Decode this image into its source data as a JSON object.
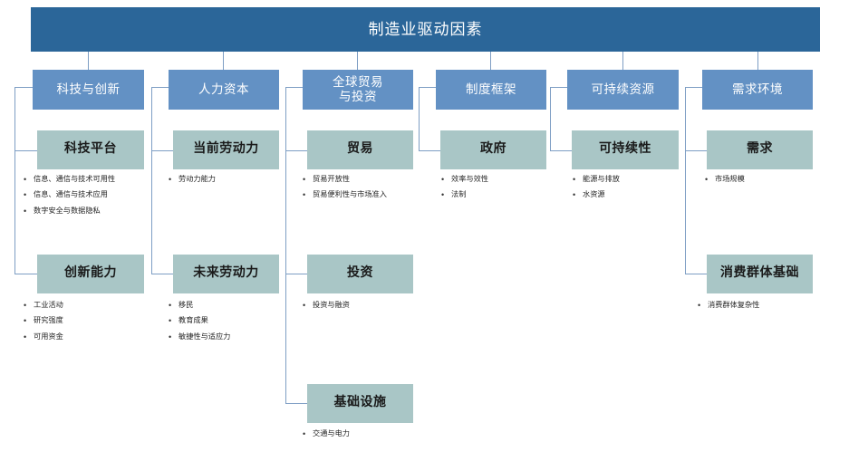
{
  "diagram": {
    "title": "制造业驱动因素",
    "colors": {
      "root": "#2B6699",
      "pillar": "#6391C4",
      "sub": "#A9C6C6",
      "connector": "#7E9EC4",
      "background": "#FFFFFF"
    },
    "columns": [
      {
        "pillar": "科技与创新",
        "groups": [
          {
            "heading": "科技平台",
            "items": [
              "信息、通信与技术可用性",
              "信息、通信与技术应用",
              "数字安全与数据隐私"
            ]
          },
          {
            "heading": "创新能力",
            "items": [
              "工业活动",
              "研究强度",
              "可用资金"
            ]
          }
        ]
      },
      {
        "pillar": "人力资本",
        "groups": [
          {
            "heading": "当前劳动力",
            "items": [
              "劳动力能力"
            ]
          },
          {
            "heading": "未来劳动力",
            "items": [
              "移民",
              "教育成果",
              "敏捷性与适应力"
            ]
          }
        ]
      },
      {
        "pillar": "全球贸易\n与投资",
        "pillar_line1": "全球贸易",
        "pillar_line2": "与投资",
        "groups": [
          {
            "heading": "贸易",
            "items": [
              "贸易开放性",
              "贸易便利性与市场准入"
            ]
          },
          {
            "heading": "投资",
            "items": [
              "投资与融资"
            ]
          },
          {
            "heading": "基础设施",
            "items": [
              "交通与电力"
            ]
          }
        ]
      },
      {
        "pillar": "制度框架",
        "groups": [
          {
            "heading": "政府",
            "items": [
              "效率与效性",
              "法制"
            ]
          }
        ]
      },
      {
        "pillar": "可持续资源",
        "groups": [
          {
            "heading": "可持续性",
            "items": [
              "能源与排放",
              "水资源"
            ]
          }
        ]
      },
      {
        "pillar": "需求环境",
        "groups": [
          {
            "heading": "需求",
            "items": [
              "市场规模"
            ]
          },
          {
            "heading": "消费群体基础",
            "items": [
              "消费群体复杂性"
            ]
          }
        ]
      }
    ]
  }
}
